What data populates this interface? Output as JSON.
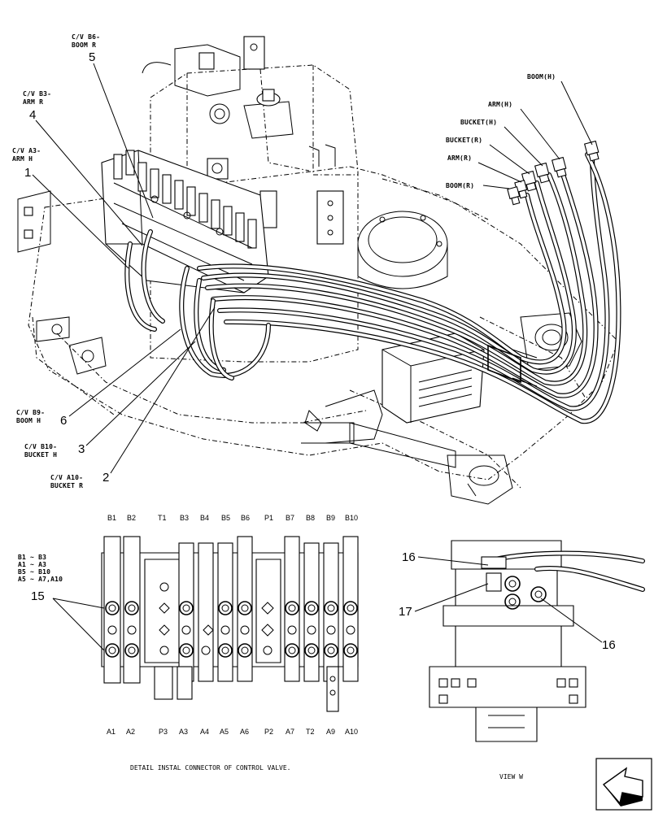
{
  "callouts": [
    {
      "id": "c5",
      "title": "C/V B6-",
      "sub": "BOOM R",
      "num": "5"
    },
    {
      "id": "c4",
      "title": "C/V B3-",
      "sub": "ARM R",
      "num": "4"
    },
    {
      "id": "c1",
      "title": "C/V A3-",
      "sub": "ARM H",
      "num": "1"
    },
    {
      "id": "c6",
      "title": "C/V B9-",
      "sub": "BOOM H",
      "num": "6"
    },
    {
      "id": "c3",
      "title": "C/V B10-",
      "sub": "BUCKET H",
      "num": "3"
    },
    {
      "id": "c2",
      "title": "C/V A10-",
      "sub": "BUCKET R",
      "num": "2"
    }
  ],
  "hose_ends": [
    "BOOM(H)",
    "ARM(H)",
    "BUCKET(H)",
    "BUCKET(R)",
    "ARM(R)",
    "BOOM(R)"
  ],
  "detail": {
    "top_ports": [
      "B1",
      "B2",
      "T1",
      "B3",
      "B4",
      "B5",
      "B6",
      "P1",
      "B7",
      "B8",
      "B9",
      "B10"
    ],
    "bottom_ports": [
      "A1",
      "A2",
      "P3",
      "A3",
      "A4",
      "A5",
      "A6",
      "P2",
      "A7",
      "T2",
      "A9",
      "A10"
    ],
    "legend": [
      "B1 ~ B3",
      "A1 ~ A3",
      "B5 ~ B10",
      "A5 ~ A7,A10"
    ],
    "item": "15",
    "caption": "DETAIL INSTAL CONNECTOR OF CONTROL VALVE."
  },
  "view": {
    "items": [
      "16",
      "17",
      "16"
    ],
    "caption": "VIEW W"
  }
}
